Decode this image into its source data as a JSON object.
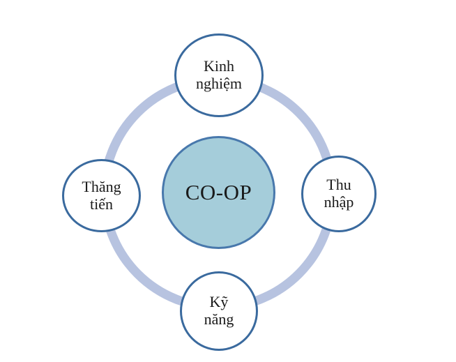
{
  "diagram": {
    "type": "cycle-hub-diagram",
    "center": {
      "label": "CO-OP"
    },
    "nodes": {
      "top": {
        "label": "Kinh nghiệm",
        "line1": "Kinh",
        "line2": "nghiệm"
      },
      "right": {
        "label": "Thu nhập",
        "line1": "Thu",
        "line2": "nhập"
      },
      "bottom": {
        "label": "Kỹ năng",
        "line1": "Kỹ",
        "line2": "năng"
      },
      "left": {
        "label": "Thăng tiến",
        "line1": "Thăng",
        "line2": "tiến"
      }
    },
    "colors": {
      "background": "#ffffff",
      "ring": "#b7c3e0",
      "node_fill": "#ffffff",
      "node_border": "#3a6a9e",
      "center_fill": "#a5cdda",
      "center_border": "#4878ac",
      "text": "#1a1a1a"
    }
  }
}
